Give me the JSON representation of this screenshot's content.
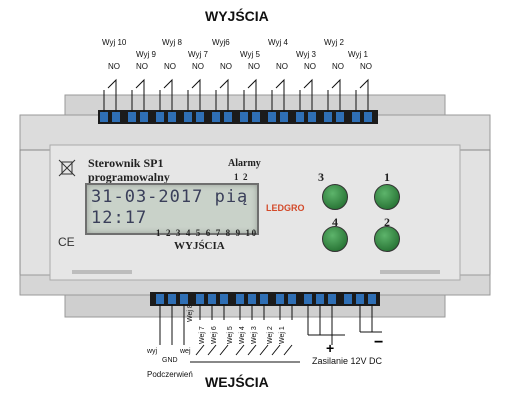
{
  "heading_outputs": "WYJŚCIA",
  "heading_inputs": "WEJŚCIA",
  "outputs_top": [
    {
      "label": "Wyj 10",
      "state": "NO"
    },
    {
      "label": "Wyj 9",
      "state": "NO"
    },
    {
      "label": "Wyj 8",
      "state": "NO"
    },
    {
      "label": "Wyj 7",
      "state": "NO"
    },
    {
      "label": "Wyj6",
      "state": "NO"
    },
    {
      "label": "Wyj 5",
      "state": "NO"
    },
    {
      "label": "Wyj 4",
      "state": "NO"
    },
    {
      "label": "Wyj 3",
      "state": "NO"
    },
    {
      "label": "Wyj 2",
      "state": "NO"
    },
    {
      "label": "Wyj 1",
      "state": "NO"
    }
  ],
  "device": {
    "name_line1": "Sterownik  SP1",
    "name_line2": "programowalny",
    "alarm_label": "Alarmy",
    "alarm_numbers": "1  2",
    "lcd_line1": "31-03-2017 pią",
    "lcd_line2": "12:17",
    "brand": "LEDGRO",
    "output_digits": "1 2 3 4 5 6 7 8 9 10",
    "outputs_label": "WYJŚCIA",
    "buttons": [
      "3",
      "1",
      "4",
      "2"
    ],
    "ce_mark": "CE"
  },
  "inputs_bottom": [
    "Wej 8",
    "Wej 7",
    "Wej 6",
    "Wej 5",
    "Wej 4",
    "Wej 3",
    "Wej 2",
    "Wej 1"
  ],
  "ir_labels": {
    "wyj": "wyj",
    "gnd": "GND",
    "wej": "wej",
    "name": "Podczerwień"
  },
  "power": {
    "plus": "+",
    "minus": "−",
    "label": "Zasilanie 12V DC"
  },
  "colors": {
    "housing": "#d9d9d9",
    "terminal": "#2f6fb5",
    "button": "#2d7a3a",
    "lcd": "#c9d2c9"
  }
}
